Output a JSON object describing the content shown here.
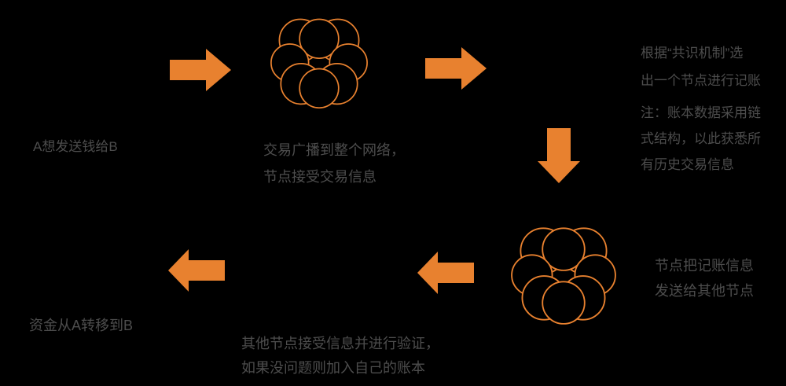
{
  "colors": {
    "background": "#000000",
    "accent": "#E8812F",
    "text": "#4D4D4D"
  },
  "flow": {
    "start_label": "A想发送钱给B",
    "broadcast_caption": {
      "lines": [
        "交易广播到整个网络，",
        "节点接受交易信息"
      ]
    },
    "consensus_text": {
      "lines": [
        "根据“共识机制”选",
        "出一个节点进行记账"
      ]
    },
    "consensus_note": {
      "lines": [
        "注：账本数据采用链",
        "式结构，以此获悉所",
        "有历史交易信息"
      ]
    },
    "send_text": {
      "lines": [
        "节点把记账信息",
        "发送给其他节点"
      ]
    },
    "verify_caption": {
      "lines": [
        "其他节点接受信息并进行验证，",
        "如果没问题则加入自己的账本"
      ]
    },
    "end_label": "资金从A转移到B",
    "icons": {
      "network_icon_top": "network-node-cluster",
      "network_icon_bottom": "network-node-cluster"
    },
    "arrows": [
      "right",
      "right",
      "down",
      "left",
      "left"
    ]
  }
}
